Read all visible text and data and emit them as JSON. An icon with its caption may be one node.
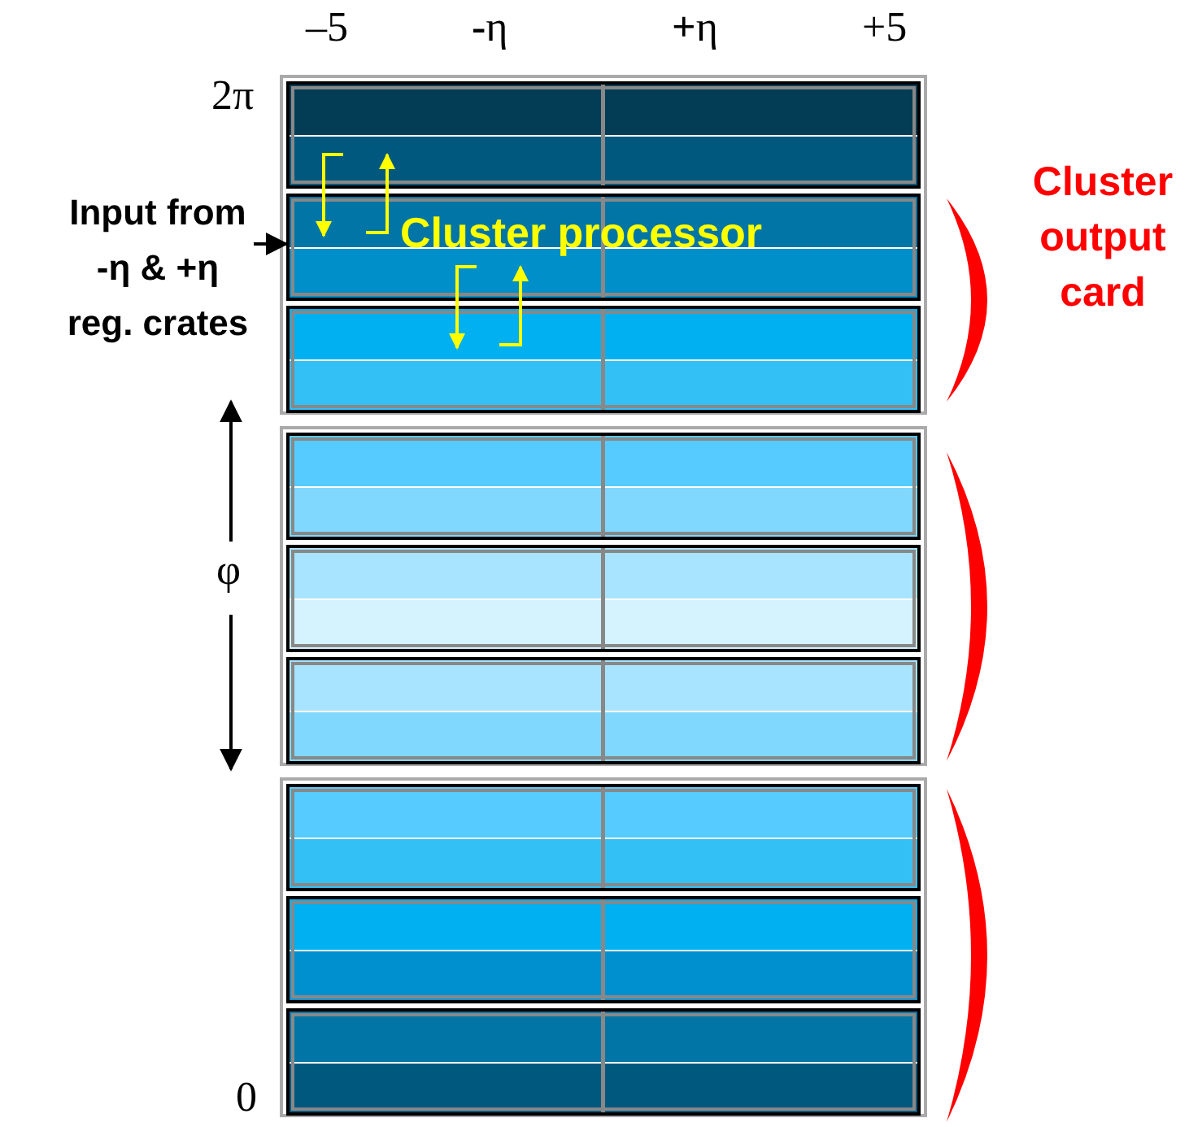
{
  "diagram": {
    "nodes": [
      {
        "text": [
          "Input from -η & +η reg. crates"
        ]
      },
      {
        "text": [],
        "shape": "box"
      },
      {
        "text": [],
        "shape": "box",
        "in": 1
      },
      {
        "text": [],
        "shape": "box",
        "in": 1
      },
      {
        "text": [],
        "shape": "box",
        "in": 1
      },
      {
        "text": [],
        "shape": "box"
      },
      {
        "text": [],
        "shape": "box",
        "in": 5
      },
      {
        "text": [],
        "shape": "box",
        "in": 5
      },
      {
        "text": [],
        "shape": "box",
        "in": 5
      },
      {
        "text": [],
        "shape": "box"
      },
      {
        "text": [],
        "shape": "box",
        "in": 9
      },
      {
        "text": [],
        "shape": "box",
        "in": 9
      },
      {
        "text": [],
        "shape": "box",
        "in": 9
      },
      {
        "text": [],
        "shape": "bracket",
        "beside": [
          "Cluster output card"
        ]
      },
      {
        "text": [],
        "shape": "bracket"
      },
      {
        "text": [],
        "shape": "bracket"
      }
    ],
    "edges": [
      {
        "from": 0,
        "to": 3,
        "arrow": "to",
        "color": "#000000"
      },
      {
        "from": 2,
        "to": 3,
        "arrow": "to"
      },
      {
        "from": 3,
        "to": 2,
        "arrow": "to"
      },
      {
        "from": 3,
        "to": 4,
        "arrow": "to"
      },
      {
        "from": 4,
        "to": 3,
        "arrow": "to"
      }
    ],
    "labels": [
      "–5",
      "**-**η",
      "**+**η",
      "+5",
      "2π",
      "Cluster processor",
      "φ",
      "0"
    ]
  }
}
